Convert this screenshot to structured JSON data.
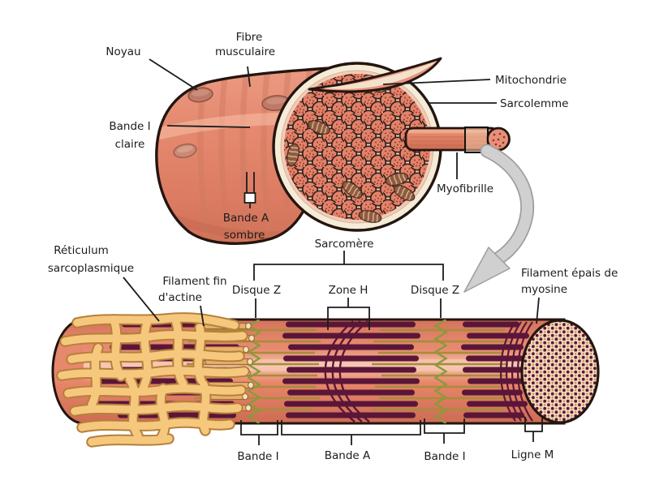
{
  "diagram": {
    "background": "#ffffff",
    "top_section": {
      "description": "muscle fiber with cut cross-section",
      "labels": {
        "noyau": "Noyau",
        "fibre_musculaire": {
          "line1": "Fibre",
          "line2": "musculaire"
        },
        "mitochondrie": "Mitochondrie",
        "sarcolemme": "Sarcolemme",
        "bande_i_claire": {
          "line1": "Bande I",
          "line2": "claire"
        },
        "bande_a_sombre": {
          "line1": "Bande A",
          "line2": "sombre"
        },
        "myofibrille": "Myofibrille"
      }
    },
    "bottom_section": {
      "description": "myofibril with sarcomere banding",
      "labels": {
        "sarcomere": "Sarcomère",
        "reticulum_sarcoplasmique": {
          "line1": "Réticulum",
          "line2": "sarcoplasmique"
        },
        "filament_fin_actine": {
          "line1": "Filament fin",
          "line2": "d'actine"
        },
        "disque_z_gauche": "Disque Z",
        "zone_h": "Zone H",
        "disque_z_droit": "Disque Z",
        "filament_epais_myosine": {
          "line1": "Filament épais de",
          "line2": "myosine"
        },
        "bande_i_gauche": "Bande I",
        "bande_a": "Bande A",
        "bande_i_droit": "Bande I",
        "ligne_m": "Ligne M"
      }
    },
    "colors": {
      "fiber_salmon": "#e58a70",
      "myofibril_circle": "#e2836b",
      "thick_filament_maroon": "#5a1638",
      "thin_filament_olive": "#a88c3c",
      "z_line_green": "#8a9a3a",
      "reticulum_yellow": "#f5c87e",
      "membrane_cream": "#f5ecd8",
      "cross_section_pink": "#f2cbb7",
      "mitochondria_brown": "#8f5c42",
      "arrow_gray": "#cfcfcf",
      "outline_dark": "#241510",
      "label_text": "#1c1c1c"
    }
  }
}
